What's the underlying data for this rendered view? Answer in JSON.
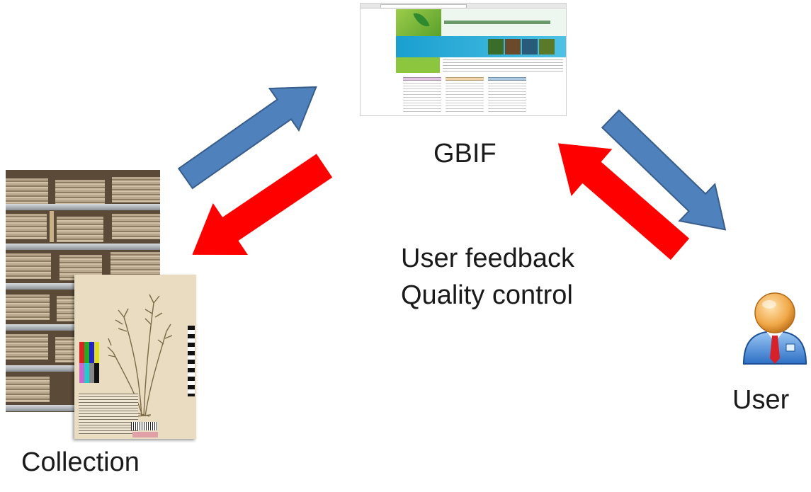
{
  "nodes": {
    "gbif": {
      "label": "GBIF"
    },
    "collection": {
      "label": "Collection"
    },
    "user": {
      "label": "User"
    }
  },
  "feedback": {
    "line1": "User feedback",
    "line2": "Quality control"
  },
  "colors": {
    "data_flow_arrow": "#4f81bd",
    "feedback_arrow": "#ff0000"
  },
  "icons": [
    "gbif-portal-screenshot",
    "collection-photo",
    "user-icon"
  ]
}
